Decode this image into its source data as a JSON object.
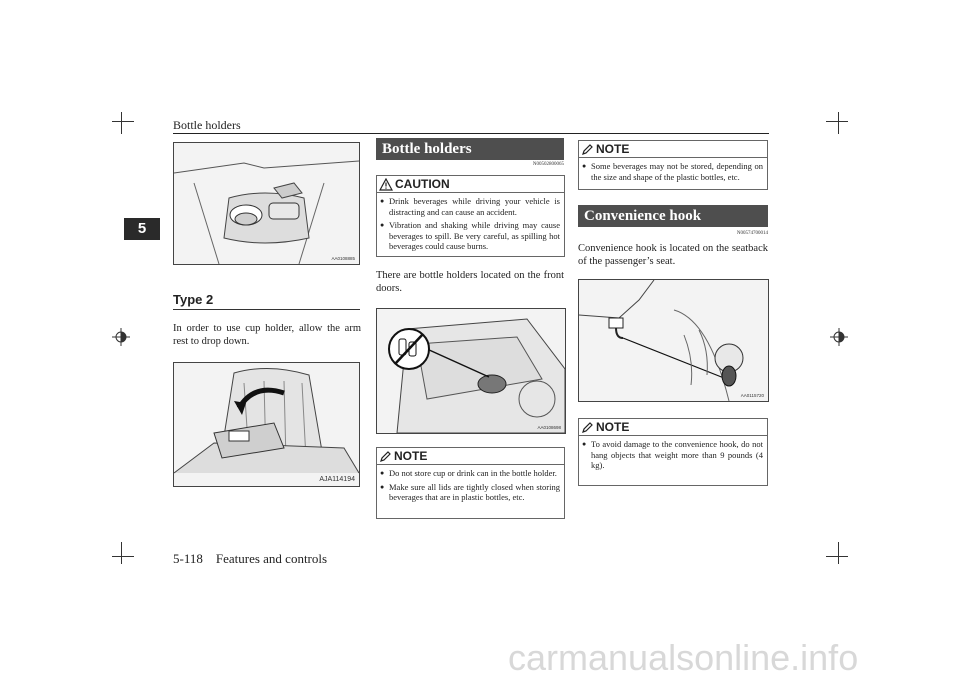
{
  "header": {
    "title": "Bottle holders"
  },
  "chapter_tab": "5",
  "footer": {
    "page": "5-118",
    "section": "Features and controls"
  },
  "left_column": {
    "figure1_code": "AA0108885",
    "type_heading": "Type 2",
    "type_body": "In order to use cup holder, allow the arm rest to drop down.",
    "figure2_code": "AJA114194"
  },
  "middle_column": {
    "section_title": "Bottle holders",
    "ref_code": "N00502800065",
    "caution": {
      "label": "CAUTION",
      "items": [
        "Drink beverages while driving your vehicle is distracting and can cause an accident.",
        "Vibration and shaking while driving may cause beverages to spill. Be very careful, as spilling hot beverages could cause burns."
      ]
    },
    "body": "There are bottle holders located on the front doors.",
    "figure_code": "AA0108698",
    "note": {
      "label": "NOTE",
      "items": [
        "Do not store cup or drink can in the bottle holder.",
        "Make sure all lids are tightly closed when storing beverages that are in plastic bottles, etc."
      ]
    }
  },
  "right_column": {
    "note1": {
      "label": "NOTE",
      "items": [
        "Some beverages may not be stored, depending on the size and shape of the plastic bottles, etc."
      ]
    },
    "section_title": "Convenience hook",
    "ref_code": "N00574700014",
    "body": "Convenience hook is located on the seatback of the passenger’s seat.",
    "figure_code": "AA0115720",
    "note2": {
      "label": "NOTE",
      "items": [
        "To avoid damage to the convenience hook, do not hang objects that weight more than 9 pounds (4 kg)."
      ]
    }
  },
  "watermark": "carmanualsonline.info"
}
